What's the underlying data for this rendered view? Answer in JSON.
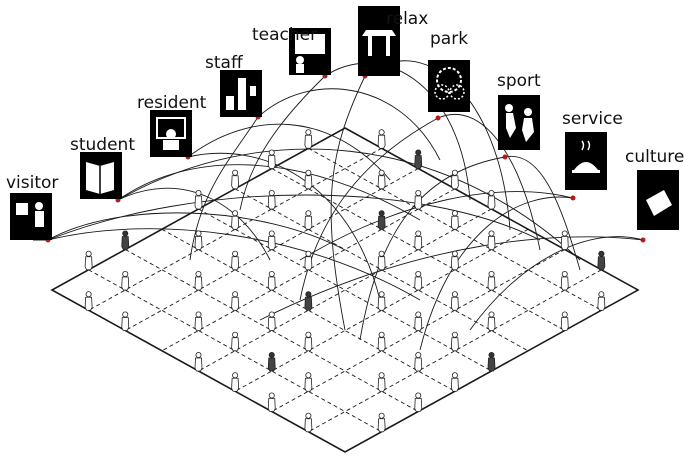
{
  "diagram": {
    "labels": [
      {
        "id": "visitor",
        "text": "visitor",
        "icon": "visitor-icon"
      },
      {
        "id": "student",
        "text": "student",
        "icon": "book-icon"
      },
      {
        "id": "resident",
        "text": "resident",
        "icon": "resident-icon"
      },
      {
        "id": "staff",
        "text": "staff",
        "icon": "staff-icon"
      },
      {
        "id": "teacher",
        "text": "teacher",
        "icon": "teacher-board-icon"
      },
      {
        "id": "relax",
        "text": "relax",
        "icon": "table-icon"
      },
      {
        "id": "park",
        "text": "park",
        "icon": "tree-icon"
      },
      {
        "id": "sport",
        "text": "sport",
        "icon": "athletes-icon"
      },
      {
        "id": "service",
        "text": "service",
        "icon": "food-service-icon"
      },
      {
        "id": "culture",
        "text": "culture",
        "icon": "book-block-icon"
      }
    ],
    "colors": {
      "line": "#1a1a1a",
      "node": "#b01c1c",
      "icon_bg": "#000000",
      "icon_fg": "#ffffff"
    }
  }
}
